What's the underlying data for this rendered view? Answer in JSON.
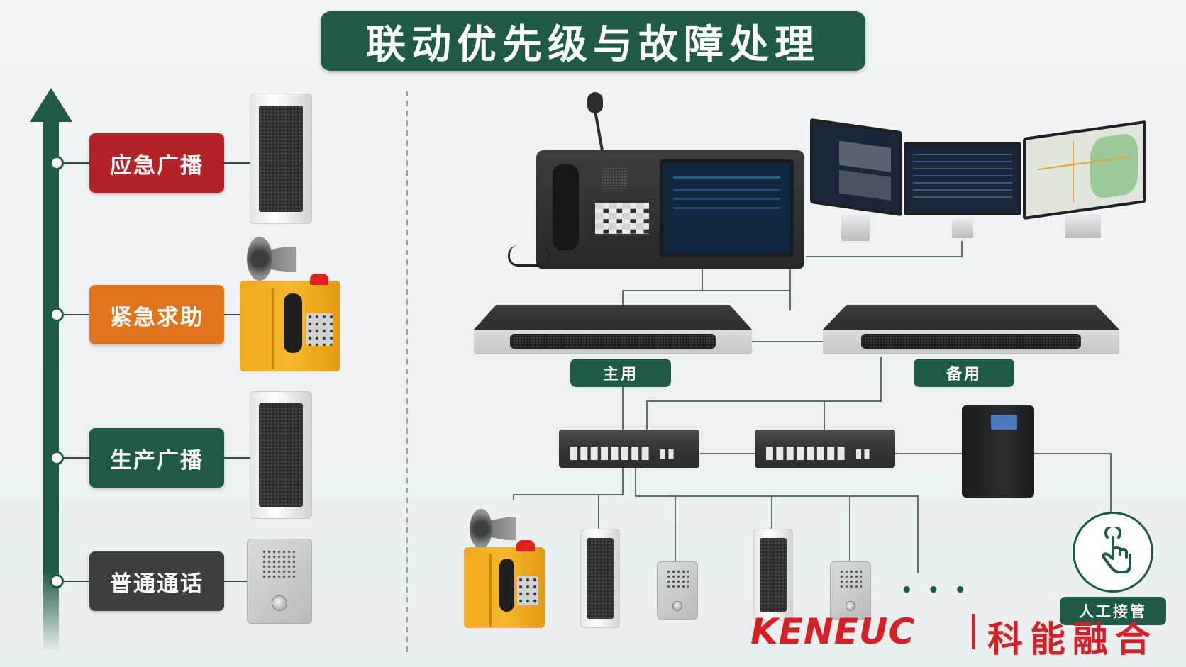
{
  "title": "联动优先级与故障处理",
  "priority": {
    "levels": [
      {
        "label": "应急广播",
        "color": "#b32227"
      },
      {
        "label": "紧急求助",
        "color": "#e0741c"
      },
      {
        "label": "生产广播",
        "color": "#1f5a44"
      },
      {
        "label": "普通通话",
        "color": "#3c3e40"
      }
    ],
    "axis_color": "#1f5a44"
  },
  "servers": {
    "primary_label": "主用",
    "backup_label": "备用"
  },
  "manual": {
    "label": "人工接管",
    "icon": "touch-hand-icon"
  },
  "ellipsis": "• • •",
  "brand": {
    "latin": "KENEUC",
    "chinese": "科能融合",
    "color": "#d71f26"
  },
  "colors": {
    "accent": "#1f5a44",
    "line": "#6b7a75"
  }
}
